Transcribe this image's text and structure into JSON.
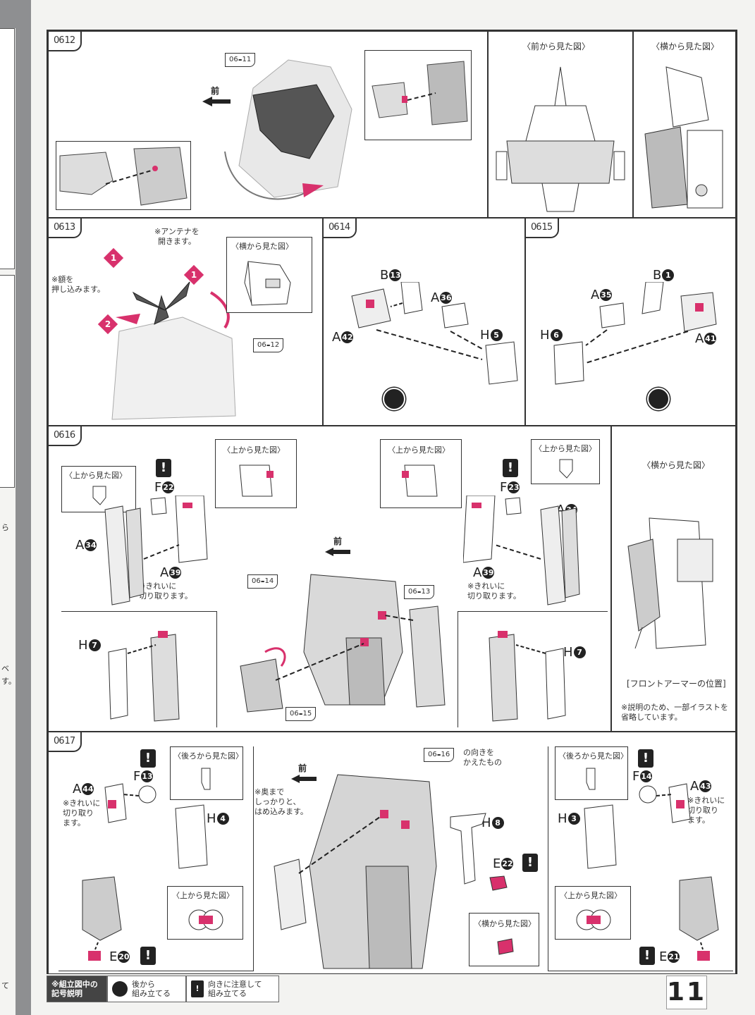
{
  "page_number": "11",
  "steps": {
    "s12": {
      "num": "06",
      "sub": "12",
      "ref": {
        "num": "06",
        "sub": "11"
      },
      "arrow_front": "前",
      "view_front": "〈前から見た図〉",
      "view_side": "〈横から見た図〉"
    },
    "s13": {
      "num": "06",
      "sub": "13",
      "note_antenna": "※アンテナを\n開きます。",
      "note_forehead": "※額を\n押し込みます。",
      "view_side": "〈横から見た図〉",
      "ref": {
        "num": "06",
        "sub": "12"
      },
      "step_marks": [
        "1",
        "1",
        "2"
      ]
    },
    "s14": {
      "num": "06",
      "sub": "14",
      "parts": [
        {
          "letter": "B",
          "n": "13"
        },
        {
          "letter": "A",
          "n": "36"
        },
        {
          "letter": "A",
          "n": "42"
        },
        {
          "letter": "H",
          "n": "5"
        }
      ]
    },
    "s15": {
      "num": "06",
      "sub": "15",
      "parts": [
        {
          "letter": "B",
          "n": "1"
        },
        {
          "letter": "A",
          "n": "35"
        },
        {
          "letter": "H",
          "n": "6"
        },
        {
          "letter": "A",
          "n": "41"
        }
      ]
    },
    "s16": {
      "num": "06",
      "sub": "16",
      "view_top": "〈上から見た図〉",
      "view_side": "〈横から見た図〉",
      "arrow_front": "前",
      "note_cut": "※きれいに\n切り取ります。",
      "caption_front_armor": "[フロントアーマーの位置]",
      "note_omitted": "※説明のため、一部イラストを\n省略しています。",
      "refs": [
        {
          "num": "06",
          "sub": "14"
        },
        {
          "num": "06",
          "sub": "13"
        },
        {
          "num": "06",
          "sub": "15"
        }
      ],
      "parts_left": [
        {
          "letter": "F",
          "n": "22"
        },
        {
          "letter": "A",
          "n": "34"
        },
        {
          "letter": "A",
          "n": "39"
        },
        {
          "letter": "H",
          "n": "7"
        }
      ],
      "parts_right": [
        {
          "letter": "F",
          "n": "23"
        },
        {
          "letter": "A",
          "n": "34"
        },
        {
          "letter": "A",
          "n": "39"
        },
        {
          "letter": "H",
          "n": "7"
        }
      ]
    },
    "s17": {
      "num": "06",
      "sub": "17",
      "view_back": "〈後ろから見た図〉",
      "view_top": "〈上から見た図〉",
      "view_side": "〈横から見た図〉",
      "arrow_front": "前",
      "note_cut": "※きれいに\n切り取り\nます。",
      "note_press": "※奥まで\nしっかりと、\nはめ込みます。",
      "ref": {
        "num": "06",
        "sub": "16"
      },
      "ref_note": "の向きを\nかえたもの",
      "parts_left": [
        {
          "letter": "F",
          "n": "13"
        },
        {
          "letter": "A",
          "n": "44"
        },
        {
          "letter": "H",
          "n": "4"
        },
        {
          "letter": "E",
          "n": "20"
        }
      ],
      "parts_center": [
        {
          "letter": "H",
          "n": "8"
        },
        {
          "letter": "E",
          "n": "22"
        }
      ],
      "parts_right": [
        {
          "letter": "F",
          "n": "14"
        },
        {
          "letter": "A",
          "n": "43"
        },
        {
          "letter": "H",
          "n": "3"
        },
        {
          "letter": "E",
          "n": "21"
        }
      ]
    }
  },
  "legend": {
    "title": "※組立図中の\n記号説明",
    "back": "後から\n組み立てる",
    "warn": "向きに注意して\n組み立てる",
    "warn_symbol": "!"
  },
  "colors": {
    "accent": "#d8316c",
    "ink": "#222222",
    "part_fill": "#e9e9e9"
  }
}
